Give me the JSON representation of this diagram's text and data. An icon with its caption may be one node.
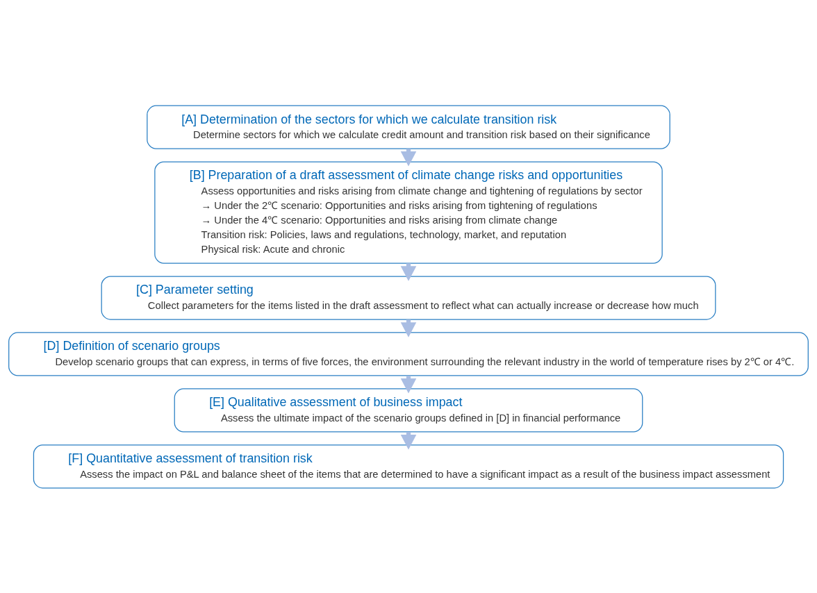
{
  "diagram": {
    "nodes": [
      {
        "text": [
          "[A] Determination of the sectors for which we calculate transition risk",
          "Determine sectors for which we calculate credit amount and transition risk based on their significance"
        ]
      },
      {
        "text": [
          "[B] Preparation of a draft assessment of climate change risks and opportunities",
          "Assess opportunities and risks arising from climate change and tightening of regulations by sector",
          "→ Under the 2℃ scenario: Opportunities and risks arising from tightening of regulations",
          "→ Under the 4℃ scenario: Opportunities and risks arising from climate change",
          "Transition risk: Policies, laws and regulations, technology, market, and reputation",
          "Physical risk: Acute and chronic"
        ]
      },
      {
        "text": [
          "[C] Parameter setting",
          "Collect parameters for the items listed in the draft assessment to reflect what can actually increase or decrease how much"
        ]
      },
      {
        "text": [
          "[D] Definition of scenario groups",
          "Develop scenario groups that can express, in terms of five forces, the environment surrounding the relevant industry in the world of temperature rises by 2℃ or 4℃."
        ]
      },
      {
        "text": [
          "[E] Qualitative assessment of business impact",
          "Assess the ultimate impact of the scenario groups defined in [D] in financial performance"
        ]
      },
      {
        "text": [
          "[F] Quantitative assessment of transition risk",
          "Assess the impact on P&L and balance sheet of the items that are determined to have a significant impact as a result of the business impact assessment"
        ]
      }
    ],
    "edges": [
      {
        "from": 0,
        "to": 1,
        "arrow": "to"
      },
      {
        "from": 1,
        "to": 2,
        "arrow": "to"
      },
      {
        "from": 2,
        "to": 3,
        "arrow": "to"
      },
      {
        "from": 3,
        "to": 4,
        "arrow": "to"
      },
      {
        "from": 4,
        "to": 5,
        "arrow": "to"
      }
    ]
  }
}
